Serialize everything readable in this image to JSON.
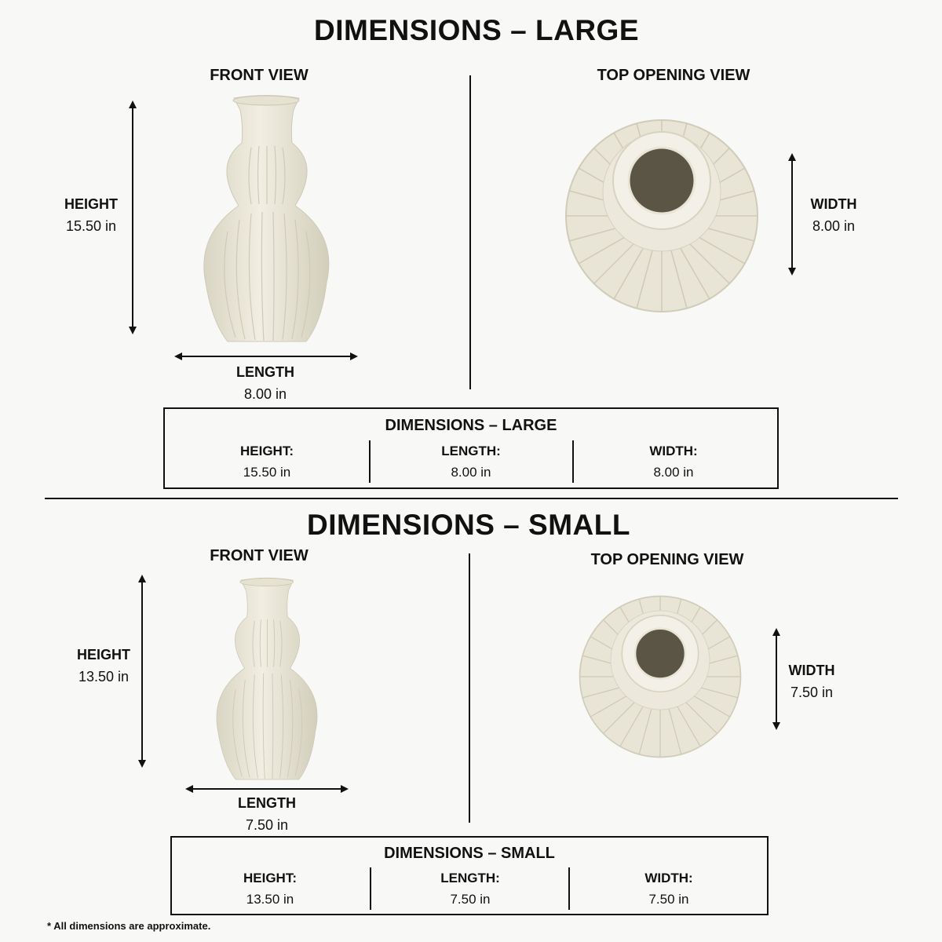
{
  "large": {
    "title": "DIMENSIONS – LARGE",
    "front_view_label": "FRONT VIEW",
    "top_view_label": "TOP OPENING VIEW",
    "height_label": "HEIGHT",
    "height_value": "15.50 in",
    "length_label": "LENGTH",
    "length_value": "8.00 in",
    "width_label": "WIDTH",
    "width_value": "8.00 in",
    "box": {
      "title": "DIMENSIONS – LARGE",
      "height_label": "HEIGHT:",
      "height_value": "15.50 in",
      "length_label": "LENGTH:",
      "length_value": "8.00 in",
      "width_label": "WIDTH:",
      "width_value": "8.00 in"
    }
  },
  "small": {
    "title": "DIMENSIONS – SMALL",
    "front_view_label": "FRONT VIEW",
    "top_view_label": "TOP OPENING VIEW",
    "height_label": "HEIGHT",
    "height_value": "13.50 in",
    "length_label": "LENGTH",
    "length_value": "7.50 in",
    "width_label": "WIDTH",
    "width_value": "7.50 in",
    "box": {
      "title": "DIMENSIONS – SMALL",
      "height_label": "HEIGHT:",
      "height_value": "13.50 in",
      "length_label": "LENGTH:",
      "length_value": "7.50 in",
      "width_label": "WIDTH:",
      "width_value": "7.50 in"
    }
  },
  "footnote": "* All dimensions are approximate.",
  "colors": {
    "background": "#f8f8f6",
    "vase": "#ece9da",
    "vase_shadow": "#d4d0bf",
    "vase_interior": "#5a5545",
    "lines": "#111111"
  }
}
